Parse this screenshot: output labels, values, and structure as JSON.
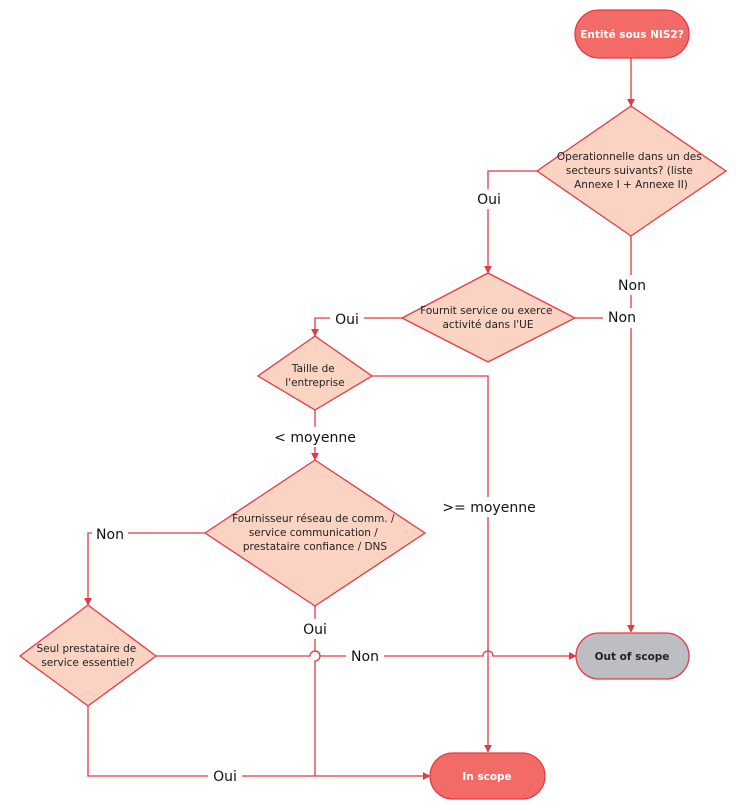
{
  "nodes": {
    "start": "Entité sous NIS2?",
    "q_sector": [
      "Operationnelle dans un des",
      "secteurs suivants? (liste",
      "Annexe I + Annexe II)"
    ],
    "q_service_ue": [
      "Fournit service ou exerce",
      "activité dans l'UE"
    ],
    "q_size": [
      "Taille de",
      "l'entreprise"
    ],
    "q_provider": [
      "Fournisseur réseau de comm. /",
      "service communication /",
      "prestataire confiance / DNS"
    ],
    "q_sole": [
      "Seul prestataire de",
      "service essentiel?"
    ],
    "out_of_scope": "Out of scope",
    "in_scope": "In scope"
  },
  "edge_labels": {
    "sector_yes": "Oui",
    "sector_no": "Non",
    "service_yes": "Oui",
    "service_no": "Non",
    "size_small": "< moyenne",
    "size_large": ">= moyenne",
    "provider_no": "Non",
    "provider_yes": "Oui",
    "sole_no": "Non",
    "sole_yes": "Oui"
  },
  "colors": {
    "accent": "#e53944",
    "decision_fill": "#fbd3c3",
    "start_fill": "#f36b66",
    "in_scope_fill": "#f36b66",
    "out_scope_fill": "#bdbec2"
  }
}
